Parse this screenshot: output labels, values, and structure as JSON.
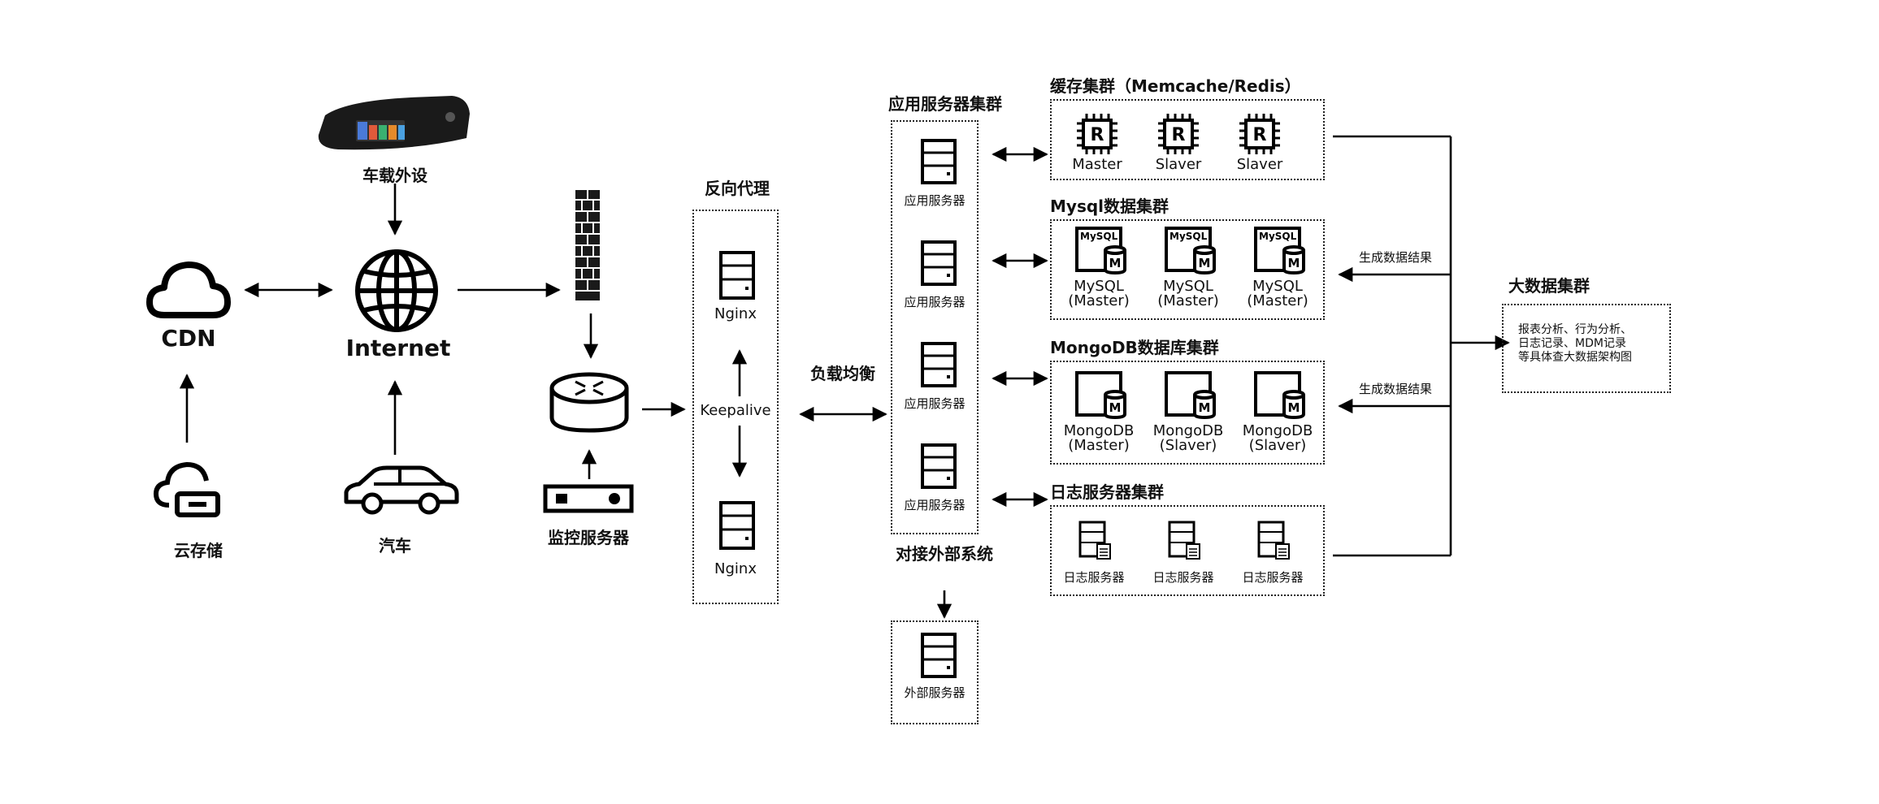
{
  "labels": {
    "car_device": "车载外设",
    "cdn": "CDN",
    "internet": "Internet",
    "cloud_storage": "云存储",
    "car": "汽车",
    "monitor_server": "监控服务器",
    "reverse_proxy": "反向代理",
    "nginx_top": "Nginx",
    "keepalive": "Keepalive",
    "nginx_bottom": "Nginx",
    "load_balance": "负载均衡",
    "app_cluster": "应用服务器集群",
    "app_server_1": "应用服务器",
    "app_server_2": "应用服务器",
    "app_server_3": "应用服务器",
    "app_server_4": "应用服务器",
    "external_system": "对接外部系统",
    "external_server": "外部服务器",
    "cache_cluster": "缓存集群（Memcache/Redis）",
    "mysql_cluster": "Mysql数据集群",
    "mongo_cluster": "MongoDB数据库集群",
    "log_cluster": "日志服务器集群",
    "bigdata_cluster": "大数据集群",
    "gen_result_1": "生成数据结果",
    "gen_result_2": "生成数据结果"
  },
  "cache_nodes": [
    {
      "letter": "R",
      "label": "Master"
    },
    {
      "letter": "R",
      "label": "Slaver"
    },
    {
      "letter": "R",
      "label": "Slaver"
    }
  ],
  "mysql_nodes": [
    {
      "brand": "MySQL",
      "badge": "M",
      "label": "MySQL",
      "role": "(Master)"
    },
    {
      "brand": "MySQL",
      "badge": "M",
      "label": "MySQL",
      "role": "(Master)"
    },
    {
      "brand": "MySQL",
      "badge": "M",
      "label": "MySQL",
      "role": "(Master)"
    }
  ],
  "mongo_nodes": [
    {
      "badge": "M",
      "label": "MongoDB",
      "role": "(Master)"
    },
    {
      "badge": "M",
      "label": "MongoDB",
      "role": "(Slaver)"
    },
    {
      "badge": "M",
      "label": "MongoDB",
      "role": "(Slaver)"
    }
  ],
  "log_nodes": [
    {
      "label": "日志服务器"
    },
    {
      "label": "日志服务器"
    },
    {
      "label": "日志服务器"
    }
  ],
  "bigdata_text": [
    "报表分析、行为分析、",
    "日志记录、MDM记录",
    "等具体查大数据架构图"
  ],
  "icons": {
    "dashcam": "dashcam-mirror-icon",
    "cdn": "cloud-icon",
    "internet": "globe-icon",
    "cloud_storage": "cloud-storage-icon",
    "car": "car-icon",
    "firewall": "firewall-icon",
    "router": "router-icon",
    "monitor": "monitor-device-icon",
    "server": "server-icon"
  }
}
